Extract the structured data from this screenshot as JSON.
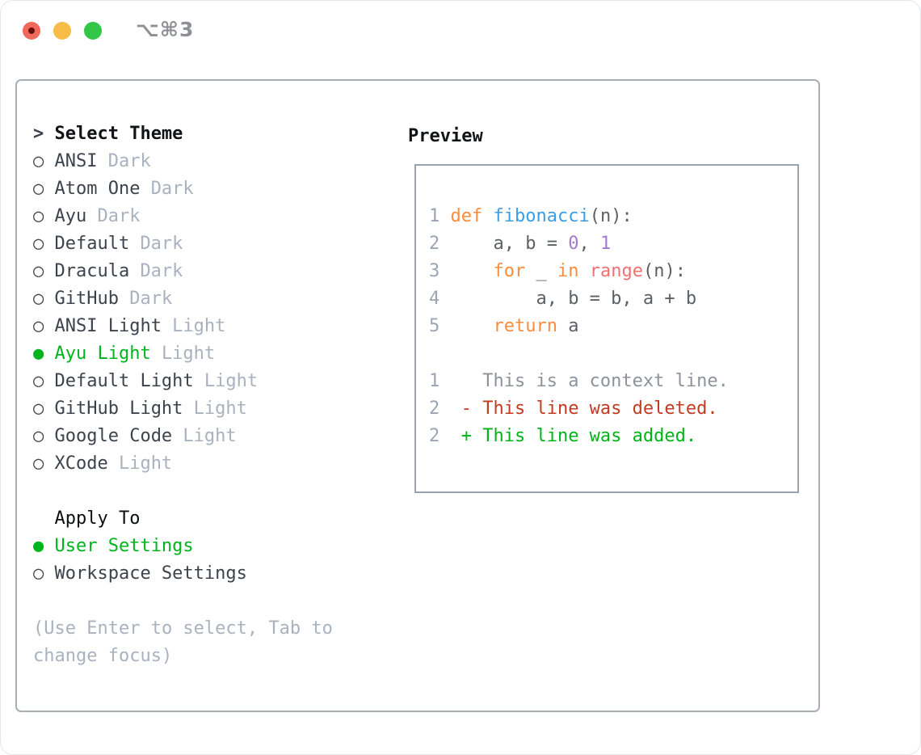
{
  "window": {
    "title": "⌥⌘3"
  },
  "theme_panel": {
    "prompt": ">",
    "header": "Select Theme",
    "themes": [
      {
        "marker": "○",
        "name": "ANSI",
        "badge": "Dark",
        "selected": false
      },
      {
        "marker": "○",
        "name": "Atom One",
        "badge": "Dark",
        "selected": false
      },
      {
        "marker": "○",
        "name": "Ayu",
        "badge": "Dark",
        "selected": false
      },
      {
        "marker": "○",
        "name": "Default",
        "badge": "Dark",
        "selected": false
      },
      {
        "marker": "○",
        "name": "Dracula",
        "badge": "Dark",
        "selected": false
      },
      {
        "marker": "○",
        "name": "GitHub",
        "badge": "Dark",
        "selected": false
      },
      {
        "marker": "○",
        "name": "ANSI Light",
        "badge": "Light",
        "selected": false
      },
      {
        "marker": "●",
        "name": "Ayu Light",
        "badge": "Light",
        "selected": true
      },
      {
        "marker": "○",
        "name": "Default Light",
        "badge": "Light",
        "selected": false
      },
      {
        "marker": "○",
        "name": "GitHub Light",
        "badge": "Light",
        "selected": false
      },
      {
        "marker": "○",
        "name": "Google Code",
        "badge": "Light",
        "selected": false
      },
      {
        "marker": "○",
        "name": "XCode",
        "badge": "Light",
        "selected": false
      }
    ],
    "apply_to": {
      "header": "Apply To",
      "options": [
        {
          "marker": "●",
          "name": "User Settings",
          "selected": true
        },
        {
          "marker": "○",
          "name": "Workspace Settings",
          "selected": false
        }
      ]
    },
    "hint_line1": "(Use Enter to select, Tab to",
    "hint_line2": "change focus)"
  },
  "preview": {
    "label": "Preview",
    "lines": [
      {
        "tokens": [
          {
            "c": "num",
            "t": "1 "
          },
          {
            "c": "kw",
            "t": "def "
          },
          {
            "c": "fn",
            "t": "fibonacci"
          },
          {
            "c": "plain",
            "t": "(n):"
          }
        ]
      },
      {
        "tokens": [
          {
            "c": "num",
            "t": "2 "
          },
          {
            "c": "plain",
            "t": "    a, b = "
          },
          {
            "c": "lit",
            "t": "0"
          },
          {
            "c": "plain",
            "t": ", "
          },
          {
            "c": "lit",
            "t": "1"
          }
        ]
      },
      {
        "tokens": [
          {
            "c": "num",
            "t": "3 "
          },
          {
            "c": "plain",
            "t": "    "
          },
          {
            "c": "kw",
            "t": "for"
          },
          {
            "c": "plain",
            "t": " _ "
          },
          {
            "c": "kw",
            "t": "in"
          },
          {
            "c": "plain",
            "t": " "
          },
          {
            "c": "call",
            "t": "range"
          },
          {
            "c": "plain",
            "t": "(n):"
          }
        ]
      },
      {
        "tokens": [
          {
            "c": "num",
            "t": "4 "
          },
          {
            "c": "plain",
            "t": "        a, b = b, a + b"
          }
        ]
      },
      {
        "tokens": [
          {
            "c": "num",
            "t": "5 "
          },
          {
            "c": "plain",
            "t": "    "
          },
          {
            "c": "kw",
            "t": "return"
          },
          {
            "c": "plain",
            "t": " a"
          }
        ]
      },
      {
        "tokens": []
      },
      {
        "tokens": [
          {
            "c": "num",
            "t": "1 "
          },
          {
            "c": "ctx",
            "t": "   This is a context line."
          }
        ]
      },
      {
        "tokens": [
          {
            "c": "num",
            "t": "2 "
          },
          {
            "c": "del",
            "t": " - This line was deleted."
          }
        ]
      },
      {
        "tokens": [
          {
            "c": "num",
            "t": "2 "
          },
          {
            "c": "add",
            "t": " + This line was added."
          }
        ]
      }
    ]
  },
  "colors": {
    "accent_green": "#00b41e",
    "list_dark": "#3c434c",
    "muted_gray": "#a9b2be",
    "heading_black": "#111317",
    "box_border": "#a8aeb6",
    "preview_border": "#9ca3ad",
    "tok_num": "#9da5b4",
    "tok_plain": "#5c6166",
    "tok_kw": "#fa8d3e",
    "tok_fn": "#399ee6",
    "tok_lit": "#a37acc",
    "tok_call": "#f07171",
    "tok_ctx": "#8c939b",
    "tok_del": "#c43a22",
    "tok_add": "#00b418",
    "light_red": "#f1695d",
    "light_red_dot": "#69100b",
    "light_yellow": "#f6bc45",
    "light_green": "#33c748",
    "title_gray": "#8d9094"
  }
}
